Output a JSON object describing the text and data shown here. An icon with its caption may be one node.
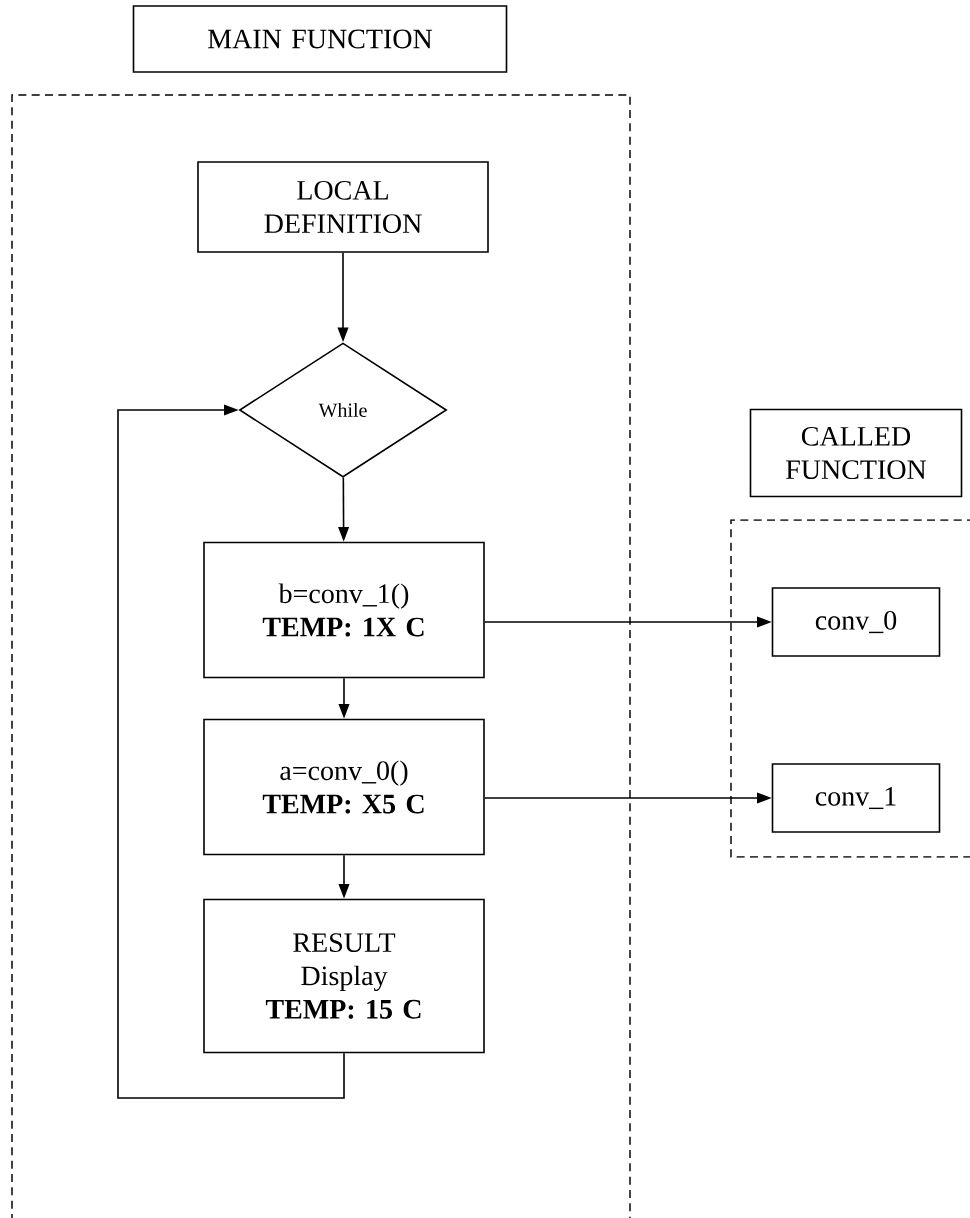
{
  "diagram": {
    "nodes": [
      {
        "text": [
          "MAIN FUNCTION"
        ]
      },
      {
        "text": [],
        "shape": "box"
      },
      {
        "text": [
          "LOCAL DEFINITION"
        ],
        "in": 1
      },
      {
        "text": [
          "While"
        ],
        "in": 1
      },
      {
        "text": [
          "b=conv_1()",
          "TEMP: 1X C"
        ],
        "in": 1
      },
      {
        "text": [
          "a=conv_0()",
          "TEMP: X5 C"
        ],
        "in": 1
      },
      {
        "text": [
          "RESULT Display",
          "TEMP: 15 C"
        ],
        "in": 1
      },
      {
        "text": [
          "CALLED FUNCTION"
        ]
      },
      {
        "text": [],
        "shape": "box"
      },
      {
        "text": [
          "conv_0"
        ],
        "in": 8
      },
      {
        "text": [
          "conv_1"
        ],
        "in": 8
      }
    ],
    "edges": [
      {
        "from": 2,
        "to": 3,
        "arrow": "to"
      },
      {
        "from": 3,
        "to": 4,
        "arrow": "to"
      },
      {
        "from": 4,
        "to": 5,
        "arrow": "to"
      },
      {
        "from": 5,
        "to": 6,
        "arrow": "to"
      },
      {
        "from": 6,
        "to": 3,
        "arrow": "to"
      },
      {
        "from": 4,
        "to": 9,
        "arrow": "to"
      },
      {
        "from": 5,
        "to": 10,
        "arrow": "to"
      }
    ]
  }
}
